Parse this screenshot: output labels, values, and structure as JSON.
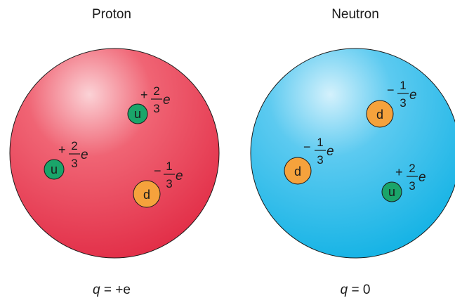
{
  "particles": [
    {
      "title": "Proton",
      "charge_symbol": "q",
      "charge_value": "= +e",
      "color": "#e8324a",
      "quarks": [
        {
          "flavor": "u",
          "sign": "+",
          "num": "2",
          "den": "3",
          "unit": "e",
          "color": "#1aa56a"
        },
        {
          "flavor": "u",
          "sign": "+",
          "num": "2",
          "den": "3",
          "unit": "e",
          "color": "#1aa56a"
        },
        {
          "flavor": "d",
          "sign": "−",
          "num": "1",
          "den": "3",
          "unit": "e",
          "color": "#f5a23c"
        }
      ]
    },
    {
      "title": "Neutron",
      "charge_symbol": "q",
      "charge_value": "= 0",
      "color": "#1ab4e6",
      "quarks": [
        {
          "flavor": "d",
          "sign": "−",
          "num": "1",
          "den": "3",
          "unit": "e",
          "color": "#f5a23c"
        },
        {
          "flavor": "d",
          "sign": "−",
          "num": "1",
          "den": "3",
          "unit": "e",
          "color": "#f5a23c"
        },
        {
          "flavor": "u",
          "sign": "+",
          "num": "2",
          "den": "3",
          "unit": "e",
          "color": "#1aa56a"
        }
      ]
    }
  ]
}
